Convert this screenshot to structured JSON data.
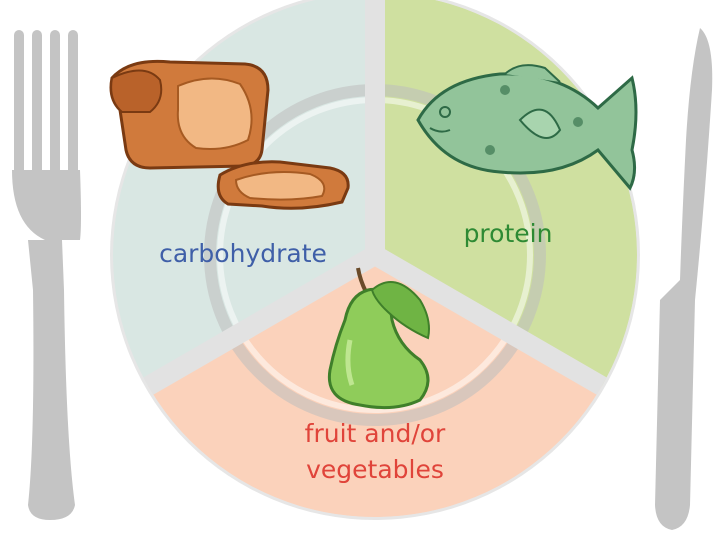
{
  "sections": {
    "carbohydrate": {
      "label": "carbohydrate",
      "color": "#3f5fa8",
      "fill": "#d9e7e3"
    },
    "protein": {
      "label": "protein",
      "color": "#2e8a34",
      "fill": "#cfe0a0"
    },
    "fruit_veg": {
      "label_line1": "fruit and/or",
      "label_line2": "vegetables",
      "color": "#e0443a",
      "fill": "#fbd2bb"
    }
  },
  "plate": {
    "rim_color": "#e6e6e6",
    "divider_color": "#e2e2e2"
  },
  "cutlery": {
    "color": "#c4c4c4"
  }
}
